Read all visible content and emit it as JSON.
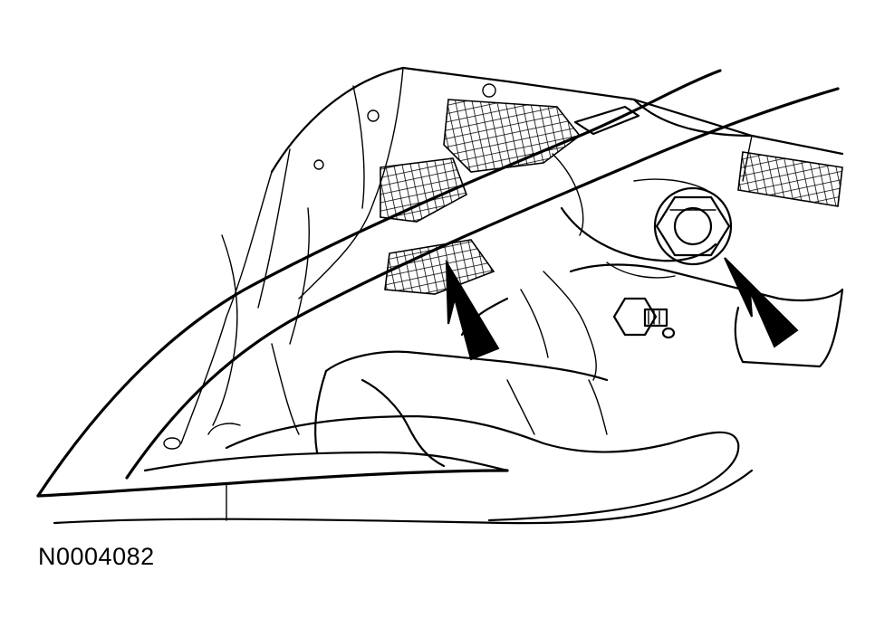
{
  "figure": {
    "id_label": "N0004082"
  },
  "callouts": [
    {
      "name": "arrow-to-lower-bolt",
      "icon": "arrow-icon"
    },
    {
      "name": "arrow-to-upper-nut",
      "icon": "arrow-icon"
    }
  ],
  "colors": {
    "ink": "#000000",
    "paper": "#ffffff"
  }
}
